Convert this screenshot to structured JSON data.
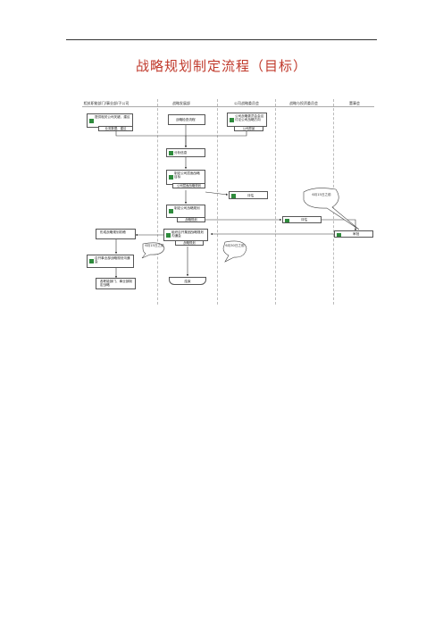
{
  "doc": {
    "title": "战略规划制定流程（目标）"
  },
  "lanes": [
    "相关职能部门/事业部/子公司",
    "战略发展部",
    "公司战略委员会",
    "战略与投资委员会",
    "董事会"
  ],
  "steps": {
    "s1": {
      "num": "1",
      "text": "提供相关公司关键、建议",
      "sub": "业务数据、建议"
    },
    "s2": {
      "text": "战略检查流程"
    },
    "s3": {
      "num": "2",
      "text": "公司战略委员会会议讨论公司战略方向",
      "sub": "公司愿景"
    },
    "s4": {
      "num": "3",
      "text": "分析信息"
    },
    "s5": {
      "num": "4",
      "text": "制定公司层面战略目标",
      "sub": "公司层面战略规划"
    },
    "s6": {
      "num": "5",
      "text": "评估"
    },
    "s7": {
      "num": "6",
      "text": "制定公司战略规划",
      "sub": "战略规划"
    },
    "s8": {
      "num": "7",
      "text": "评估"
    },
    "s9": {
      "num": "8",
      "text": "审批"
    },
    "s10": {
      "num": "9",
      "text": "组织召开集团战略规划沟通会",
      "sub": "战略规划"
    },
    "s11": {
      "text": "形成战略规划初稿"
    },
    "s12": {
      "num": "10",
      "text": "召开事业部战略规划沟通会"
    },
    "s13": {
      "text": "各职能部门、事业部制定战略"
    },
    "s14": {
      "text": "结束"
    }
  },
  "notes": {
    "n1": "6月15日之前",
    "n2": "6月30日之前",
    "n3": "6月15日之前"
  }
}
